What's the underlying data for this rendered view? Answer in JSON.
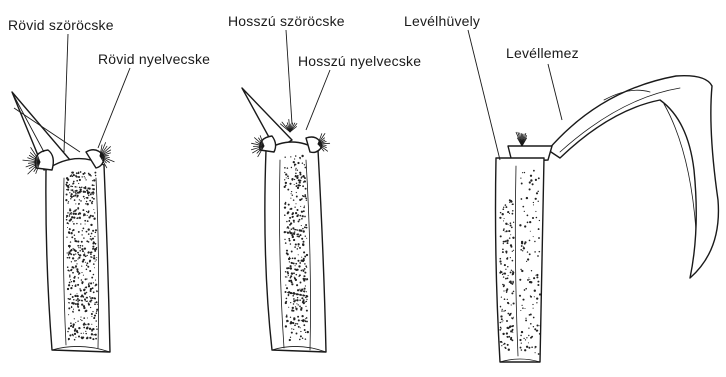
{
  "labels": {
    "short_auricle": "Rövid szöröcske",
    "short_ligule": "Rövid nyelvecske",
    "long_auricle": "Hosszú szöröcske",
    "long_ligule": "Hosszú nyelvecske",
    "leaf_sheath": "Levélhüvely",
    "leaf_blade": "Levéllemez"
  }
}
